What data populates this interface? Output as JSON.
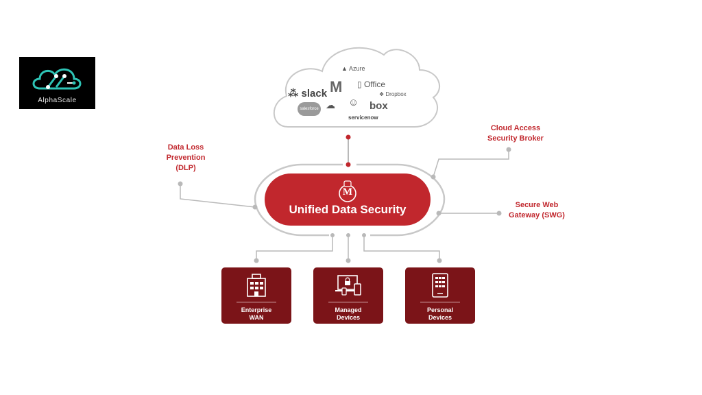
{
  "logo": {
    "text": "AlphaScale",
    "icon": "cloud-circuit-icon"
  },
  "cloud": {
    "brands": {
      "azure": "Azure",
      "slack": "slack",
      "gmail": "M",
      "office": "Office",
      "dropbox": "Dropbox",
      "salesforce": "salesforce",
      "box": "box",
      "servicenow": "servicenow"
    }
  },
  "hub": {
    "title": "Unified Data Security",
    "emblem": "M"
  },
  "labels": {
    "dlp": [
      "Data Loss",
      "Prevention",
      "(DLP)"
    ],
    "casb": [
      "Cloud Access",
      "Security Broker"
    ],
    "swg": [
      "Secure Web",
      "Gateway (SWG)"
    ]
  },
  "devices": [
    {
      "label": [
        "Enterprise",
        "WAN"
      ],
      "icon": "building-icon"
    },
    {
      "label": [
        "Managed",
        "Devices"
      ],
      "icon": "laptop-lock-icon"
    },
    {
      "label": [
        "Personal",
        "Devices"
      ],
      "icon": "phone-icon"
    }
  ],
  "colors": {
    "brand_red": "#c1272d",
    "dark_red": "#7b1418",
    "line_gray": "#b9b9b9"
  }
}
